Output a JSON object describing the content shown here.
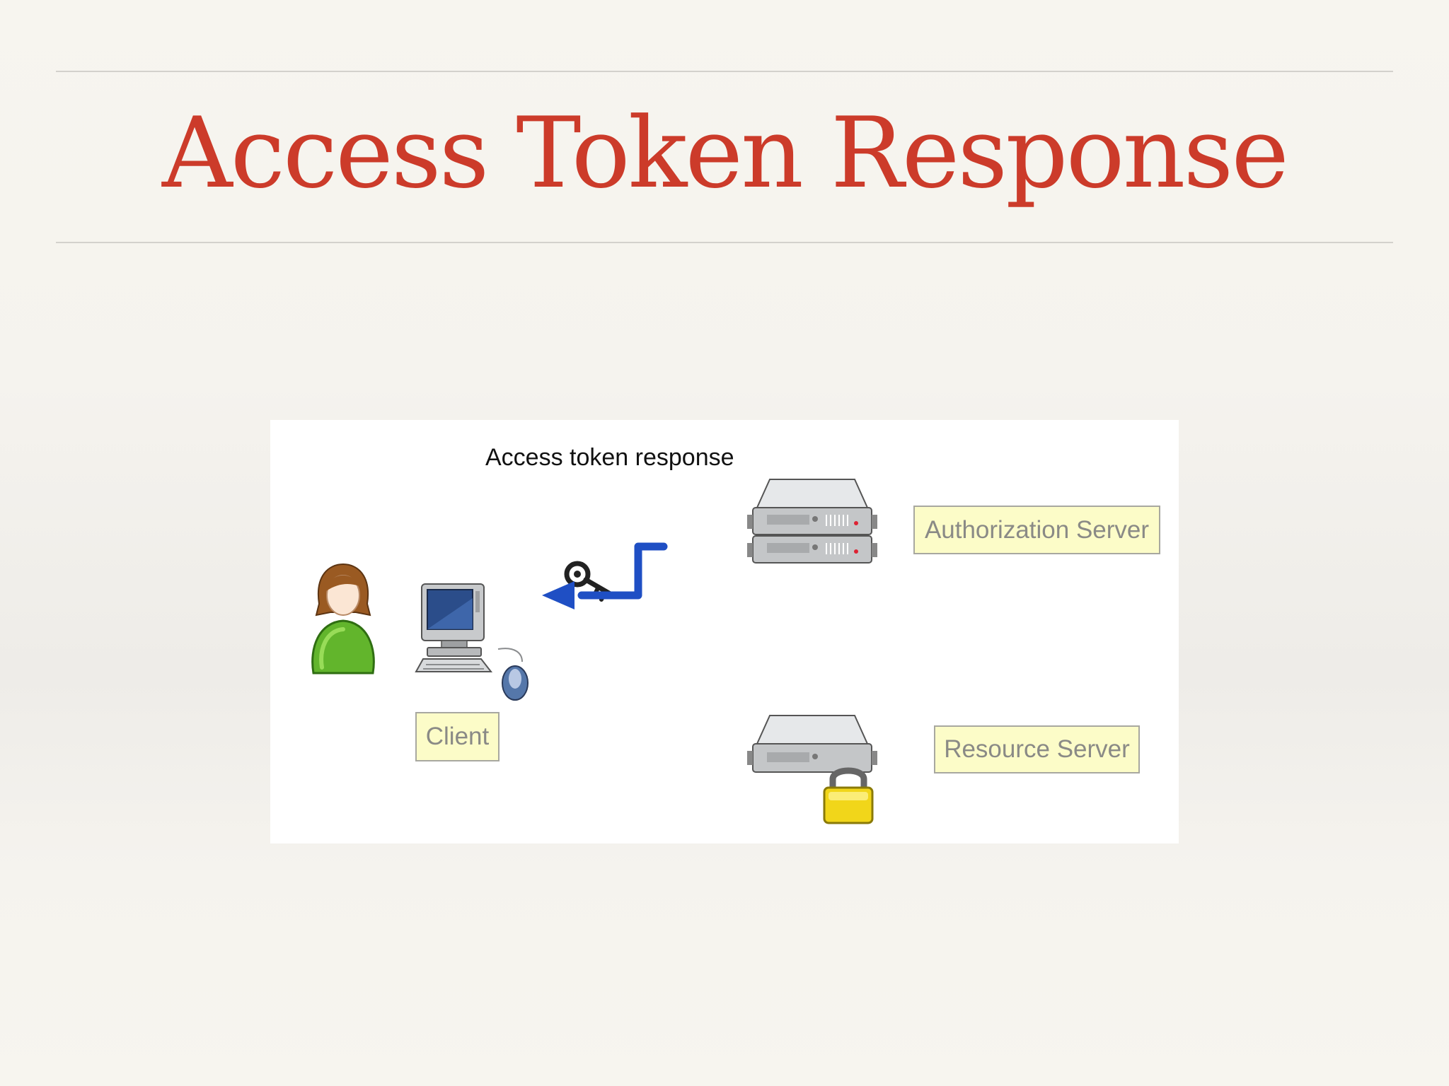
{
  "slide": {
    "title": "Access Token Response"
  },
  "diagram": {
    "caption": "Access token response",
    "labels": {
      "authorization_server": "Authorization Server",
      "resource_server": "Resource Server",
      "client": "Client"
    },
    "icons": {
      "user": "user-icon",
      "computer": "computer-icon",
      "mouse": "mouse-icon",
      "key": "key-icon",
      "authorization_server": "server-stack-icon",
      "resource_server": "server-icon",
      "lock": "lock-icon",
      "arrow": "arrow-left-icon"
    },
    "colors": {
      "title": "#cc3b2a",
      "arrow": "#1f4fc4",
      "label_fill": "#fcfcc8",
      "user_body": "#5fb12a",
      "lock": "#f1d61a"
    }
  }
}
